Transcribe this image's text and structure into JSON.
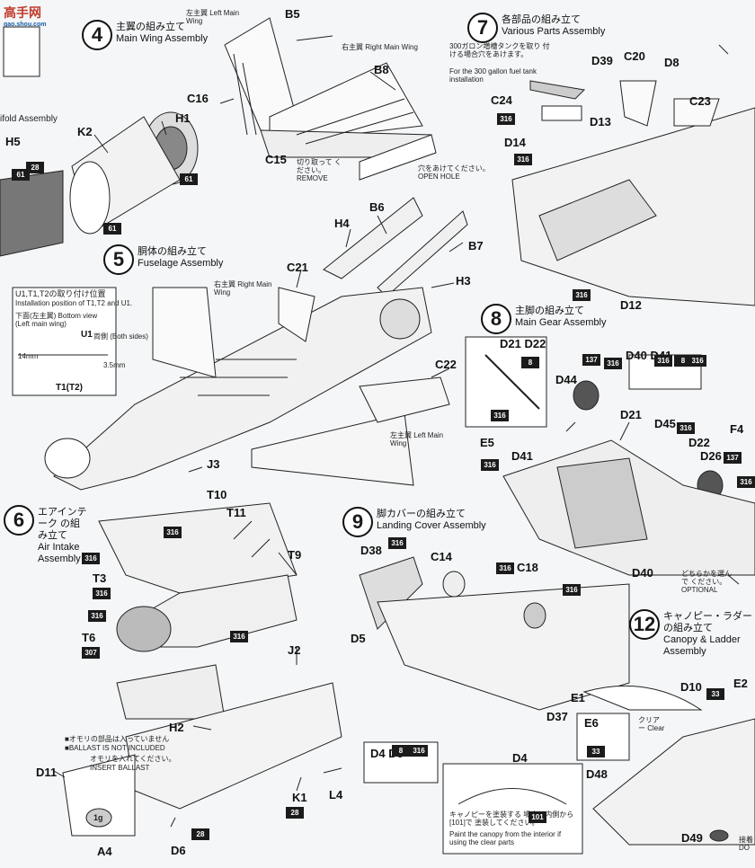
{
  "watermark": {
    "brand": "高手网",
    "site": "gao.shou.com"
  },
  "steps": [
    {
      "num": "4",
      "ja": "主翼の組み立て",
      "en": "Main Wing Assembly"
    },
    {
      "num": "5",
      "ja": "胴体の組み立て",
      "en": "Fuselage Assembly"
    },
    {
      "num": "6",
      "ja": "エアインテーク の組み立て",
      "en": "Air Intake Assembly"
    },
    {
      "num": "7",
      "ja": "各部品の組み立て",
      "en": "Various Parts Assembly"
    },
    {
      "num": "8",
      "ja": "主脚の組み立て",
      "en": "Main Gear Assembly"
    },
    {
      "num": "9",
      "ja": "脚カバーの組み立て",
      "en": "Landing Cover Assembly"
    },
    {
      "num": "12",
      "ja": "キャノピー・ラダー の組み立て",
      "en": "Canopy & Ladder Assembly"
    }
  ],
  "notes": {
    "manifold": "ifold Assembly",
    "left_main_wing_4": "左主翼 Left Main Wing",
    "right_main_wing_4": "右主翼 Right Main Wing",
    "remove": "切り取って ください。 REMOVE",
    "open_hole": "穴をあけてください。 OPEN HOLE",
    "fuel_tank_ja": "300ガロン増槽タンクを取り 付ける場合穴をあけます。",
    "fuel_tank_en": "For the 300 gallon fuel tank installation",
    "u1_title": "U1,T1,T2の取り付け位置",
    "u1_sub": "Installation position of T1,T2 and U1.",
    "bottom_view": "下面(左主翼) Bottom view (Left main wing)",
    "both_sides": "両側 (Both sides)",
    "dim_14": "14mm",
    "dim_35": "3.5mm",
    "right_main_wing_5": "右主翼 Right Main Wing",
    "left_main_wing_5": "左主翼 Left Main Wing",
    "ballast_ja": "■オモリの部品は入っていません",
    "ballast_en": "■BALLAST IS NOT INCLUDED",
    "insert_ja": "オモリを入れてください。",
    "insert_en": "INSERT BALLAST",
    "ballast_weight": "1g",
    "optional": "どちらかを選んで ください。 OPTIONAL",
    "clear": "クリアー Clear",
    "canopy_ja": "キャノピーを塗装する 場合は内側から[101]で 塗装してください。",
    "canopy_en": "Paint the canopy from the interior if using the clear parts",
    "corner": "接着 DO"
  },
  "parts": [
    "B5",
    "C16",
    "B8",
    "C15",
    "H1",
    "K2",
    "H5",
    "H4",
    "B6",
    "B7",
    "H3",
    "C21",
    "J3",
    "C22",
    "E5",
    "T10",
    "T11",
    "T9",
    "T3",
    "T6",
    "J2",
    "H2",
    "D11",
    "K1",
    "L4",
    "A4",
    "D6",
    "C24",
    "D39",
    "C20",
    "D8",
    "C23",
    "D13",
    "D14",
    "D12",
    "D21",
    "D22",
    "D26",
    "D40",
    "D41",
    "D44",
    "D45",
    "F4",
    "D38",
    "C14",
    "C18",
    "D5",
    "E1",
    "D37",
    "D4",
    "E6",
    "D10",
    "E2",
    "D48",
    "D49",
    "U1",
    "T1(T2)",
    "D21 D22",
    "D40 D41",
    "D4 D5"
  ],
  "paint_codes": [
    "316",
    "137",
    "8",
    "61",
    "28",
    "33",
    "307",
    "101"
  ]
}
